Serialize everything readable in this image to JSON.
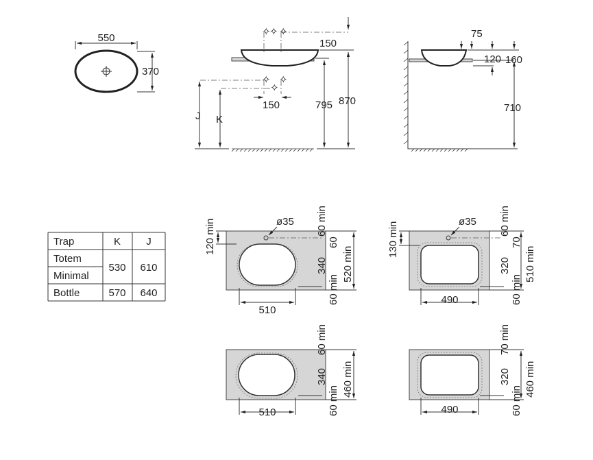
{
  "top_view": {
    "width": "550",
    "depth": "370"
  },
  "front_view": {
    "tap_offset": "150",
    "trap_spacing": "150",
    "counter_height": "795",
    "total_height": "870",
    "j_label": "J",
    "k_label": "K"
  },
  "side_view": {
    "dim_75": "75",
    "dim_120": "120",
    "dim_160": "160",
    "dim_710": "710"
  },
  "table": {
    "headers": [
      "Trap",
      "K",
      "J"
    ],
    "rows": [
      {
        "name": "Totem",
        "k": "530",
        "j": "610"
      },
      {
        "name": "Minimal"
      },
      {
        "name": "Bottle",
        "k": "570",
        "j": "640"
      }
    ]
  },
  "cutouts": [
    {
      "left": "120 min",
      "hole": "ø35",
      "top": "60 min",
      "hole_off": "60",
      "depth": "340",
      "bottom": "60 min",
      "total": "520 min",
      "width": "510"
    },
    {
      "left": "130 min",
      "hole": "ø35",
      "top": "60 min",
      "hole_off": "70",
      "depth": "320",
      "bottom": "60 min",
      "total": "510 min",
      "width": "490"
    },
    {
      "top": "60 min",
      "depth": "340",
      "bottom": "60 min",
      "total": "460 min",
      "width": "510"
    },
    {
      "top": "70 min",
      "depth": "320",
      "bottom": "60 min",
      "total": "460 min",
      "width": "490"
    }
  ]
}
